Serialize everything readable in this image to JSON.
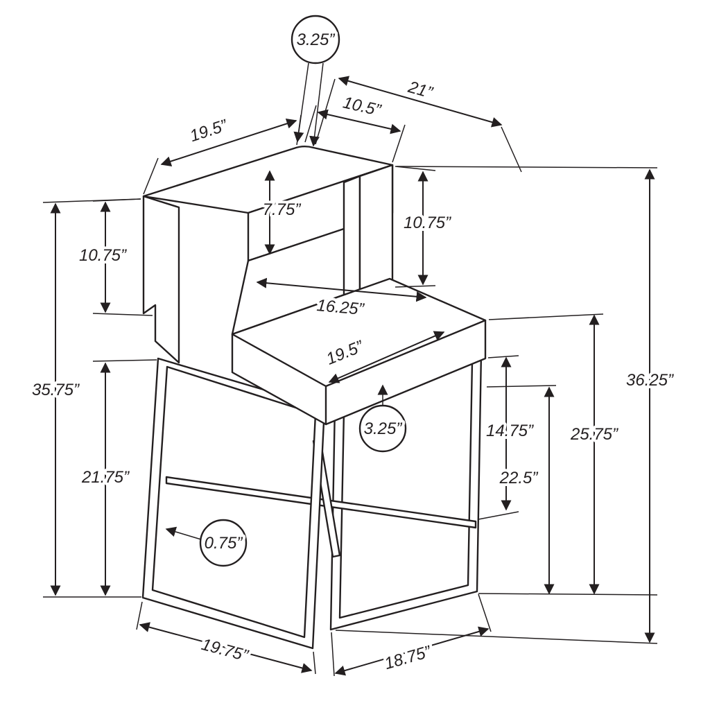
{
  "diagram": {
    "type": "product-dimension-drawing",
    "subject": "counter height bar stool with backrest and metal sled base",
    "colors": {
      "line": "#231f20",
      "background": "#ffffff"
    },
    "dimensions": {
      "back_thickness": "3.25”",
      "depth_total": "21”",
      "back_right_width": "10.5”",
      "back_width": "19.5”",
      "back_opening_height": "7.75”",
      "back_height_right": "10.75”",
      "back_height_left": "10.75”",
      "seat_interior_depth": "16.25”",
      "seat_width": "19.5”",
      "height_back_left": "35.75”",
      "height_total": "36.25”",
      "seat_thickness": "3.25”",
      "seat_to_footrest": "14.75”",
      "seat_height": "25.75”",
      "footrest_height": "22.5”",
      "frame_height": "21.75”",
      "tube_thickness": "0.75”",
      "base_depth": "19.75”",
      "base_width": "18.75”"
    }
  }
}
